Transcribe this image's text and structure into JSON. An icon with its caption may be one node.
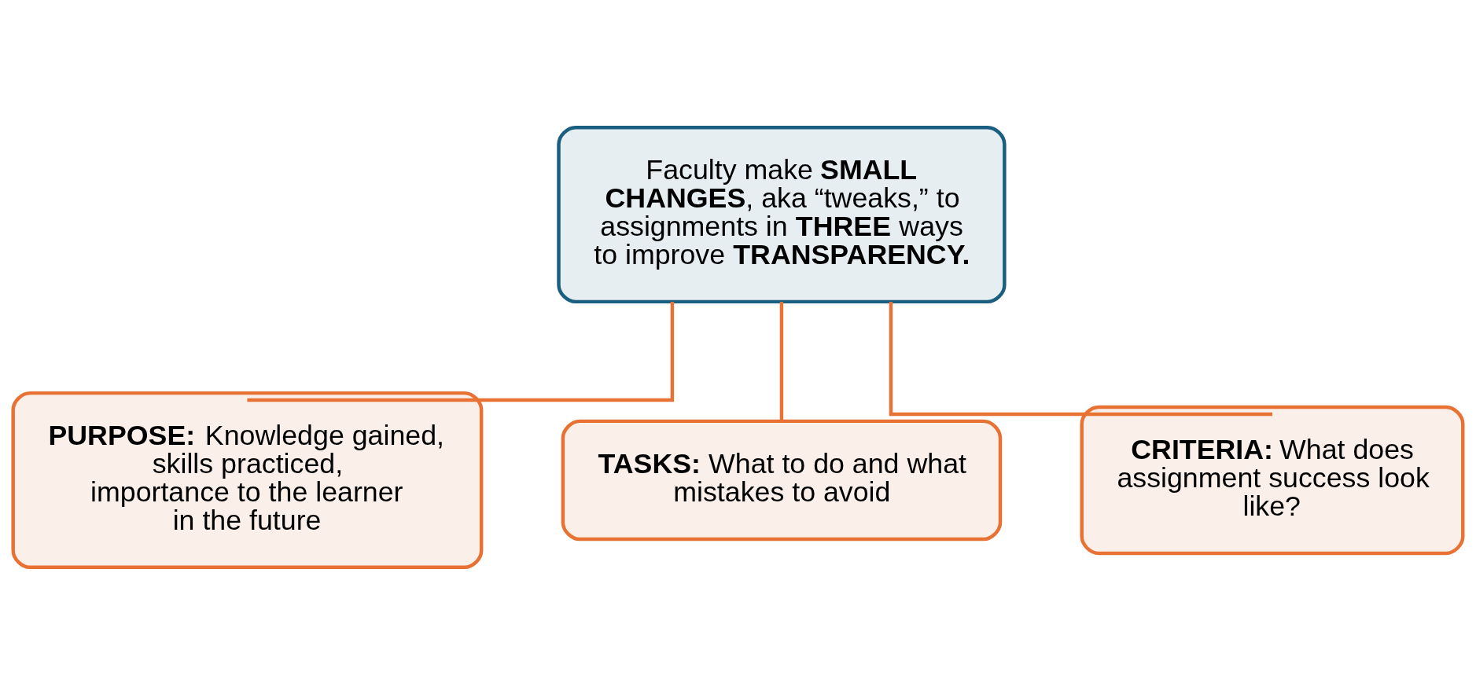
{
  "diagram": {
    "nodes": [
      {
        "text": [
          "Faculty make **SMALL CHANGES**, aka “tweaks,” to assignments in **THREE** ways to improve **TRANSPARENCY.**"
        ]
      },
      {
        "text": [
          "**PURPOSE:** Knowledge gained, skills practiced, importance to the learner in the future"
        ]
      },
      {
        "text": [
          "**TASKS:** What to do and what mistakes to avoid"
        ]
      },
      {
        "text": [
          "**CRITERIA:** What does assignment success look like?"
        ]
      }
    ],
    "edges": [
      {
        "from": 0,
        "to": 1,
        "arrow": "none"
      },
      {
        "from": 0,
        "to": 2,
        "arrow": "none"
      },
      {
        "from": 0,
        "to": 3,
        "arrow": "none"
      }
    ]
  }
}
